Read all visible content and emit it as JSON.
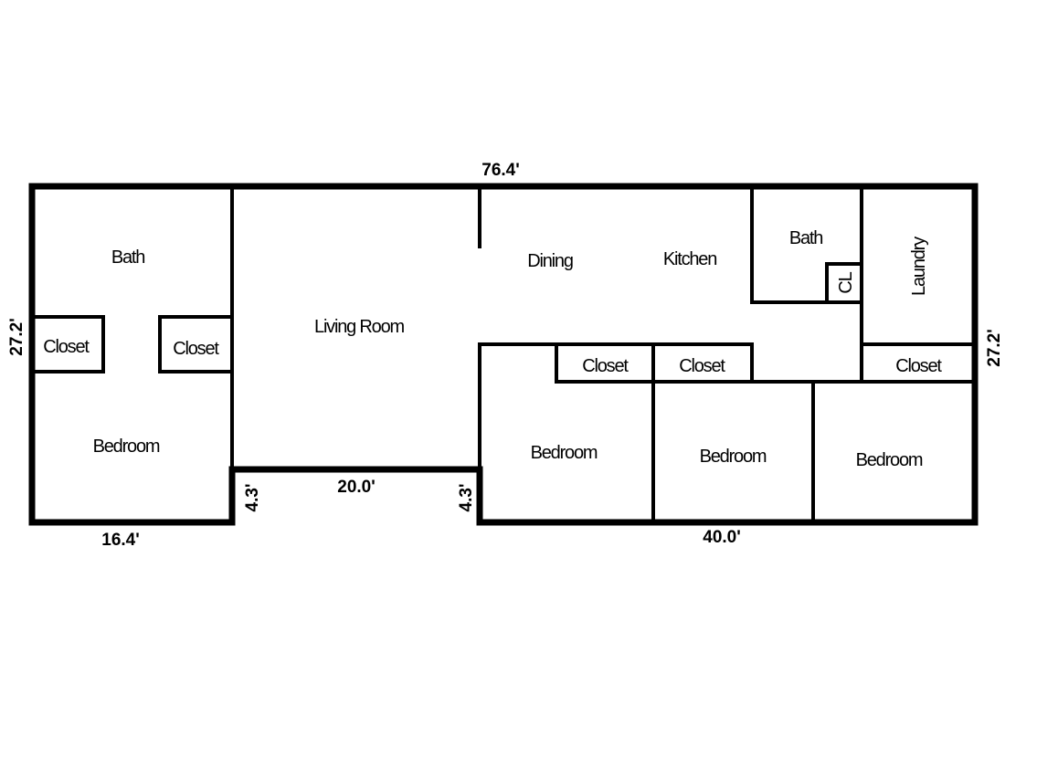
{
  "rooms": {
    "bath_left": "Bath",
    "closet_left_a": "Closet",
    "closet_left_b": "Closet",
    "bedroom_left": "Bedroom",
    "living_room": "Living Room",
    "dining": "Dining",
    "kitchen": "Kitchen",
    "bath_right": "Bath",
    "cl": "CL",
    "laundry": "Laundry",
    "closet_mid_a": "Closet",
    "closet_mid_b": "Closet",
    "closet_right": "Closet",
    "bedroom_1": "Bedroom",
    "bedroom_2": "Bedroom",
    "bedroom_3": "Bedroom"
  },
  "dimensions": {
    "overall_width": "76.4'",
    "left_height": "27.2'",
    "right_height": "27.2'",
    "left_wing_width": "16.4'",
    "notch_width": "20.0'",
    "notch_depth_left": "4.3'",
    "notch_depth_right": "4.3'",
    "right_wing_width": "40.0'"
  }
}
